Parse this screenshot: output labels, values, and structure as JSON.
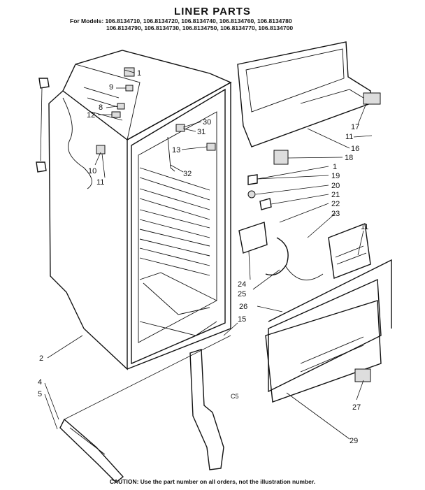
{
  "header": {
    "title": "LINER PARTS",
    "models_line1": "For Models: 106.8134710, 106.8134720, 106.8134740, 106.8134760, 106.8134780",
    "models_line2": "106.8134790, 106.8134730, 106.8134750, 106.8134770, 106.8134700"
  },
  "callouts": {
    "c1": "1",
    "c9": "9",
    "c8": "8",
    "c12": "12",
    "c10": "10",
    "c11a": "11",
    "c30": "30",
    "c31": "31",
    "c13": "13",
    "c32": "32",
    "c17": "17",
    "c11b": "11",
    "c16": "16",
    "c18": "18",
    "c1b": "1",
    "c19": "19",
    "c20": "20",
    "c21": "21",
    "c22": "22",
    "c23": "23",
    "c11c": "11",
    "c24": "24",
    "c25": "25",
    "c26": "26",
    "c15": "15",
    "c2": "2",
    "c4": "4",
    "c5": "5",
    "c27": "27",
    "c29": "29",
    "cs": "C5"
  },
  "footer": {
    "caution": "CAUTION: Use the part number on all orders, not the illustration number."
  }
}
